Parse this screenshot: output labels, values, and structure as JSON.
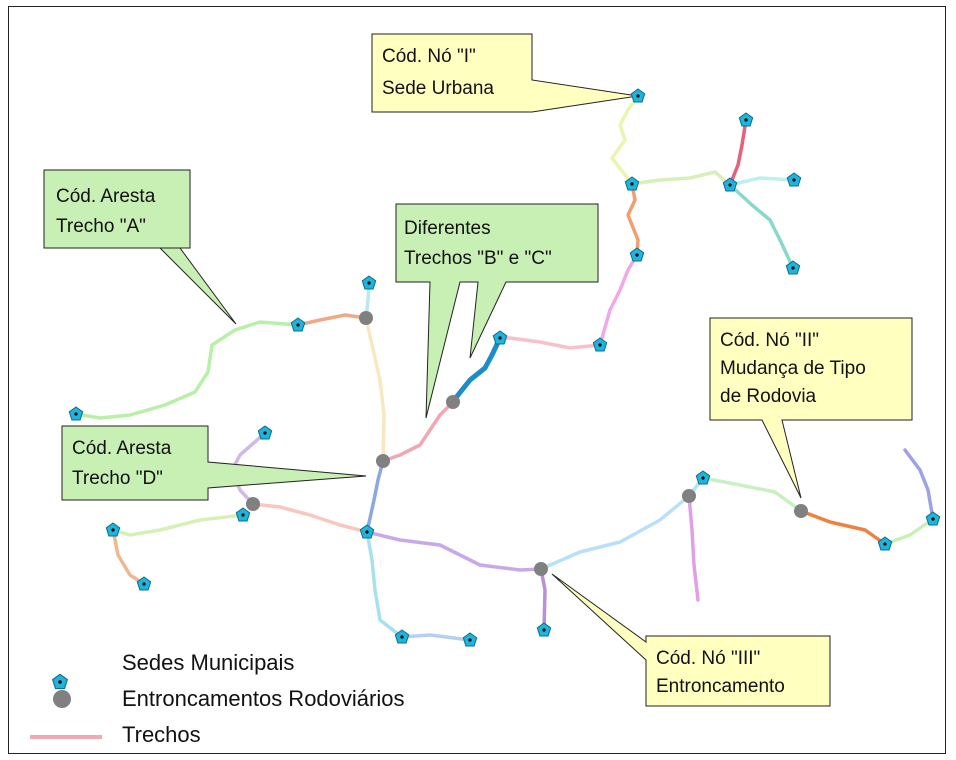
{
  "callouts": {
    "node_i": {
      "line1": "Cód. Nó \"I\"",
      "line2": "Sede Urbana"
    },
    "edge_a": {
      "line1": "Cód. Aresta",
      "line2": "Trecho \"A\""
    },
    "diff_bc": {
      "line1": "Diferentes",
      "line2": "Trechos \"B\" e \"C\""
    },
    "node_ii": {
      "line1": "Cód. Nó \"II\"",
      "line2": "Mudança de Tipo",
      "line3": "de Rodovia"
    },
    "edge_d": {
      "line1": "Cód. Aresta",
      "line2": "Trecho \"D\""
    },
    "node_iii": {
      "line1": "Cód. Nó \"III\"",
      "line2": "Entroncamento"
    }
  },
  "legend": {
    "sedes": "Sedes Municipais",
    "entroncamentos": "Entroncamentos Rodoviários",
    "trechos": "Trechos"
  },
  "colors": {
    "callout_fill": "#ffffc0",
    "callout_green": "#c8f0b4",
    "sede_fill": "#1eb4dc",
    "junction_fill": "#808080",
    "trecho_legend": "#f0a8b4"
  }
}
